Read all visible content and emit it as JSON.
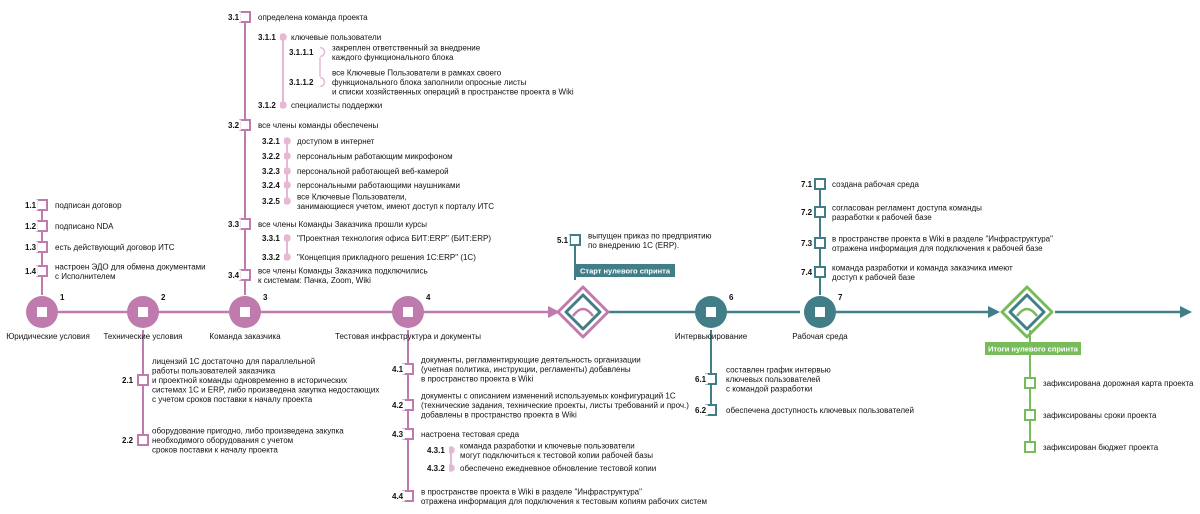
{
  "colors": {
    "pink": "#c07bae",
    "pink_light": "#e6b8d5",
    "teal": "#417e88",
    "green": "#78bb5b",
    "badge_teal": "#417e88",
    "badge_green": "#78bb5b"
  },
  "milestones": [
    {
      "num": "1",
      "label": "Юридические условия"
    },
    {
      "num": "2",
      "label": "Технические условия"
    },
    {
      "num": "3",
      "label": "Команда заказчика"
    },
    {
      "num": "4",
      "label": "Тестовая инфраструктура и документы"
    },
    {
      "num": "6",
      "label": "Интервьюирование"
    },
    {
      "num": "7",
      "label": "Рабочая среда"
    }
  ],
  "badges": {
    "sprint_start": "Старт нулевого спринта",
    "sprint_result": "Итоги нулевого спринта"
  },
  "items": [
    {
      "num": "1.1",
      "lines": [
        "подписан договор"
      ]
    },
    {
      "num": "1.2",
      "lines": [
        "подписано NDA"
      ]
    },
    {
      "num": "1.3",
      "lines": [
        "есть действующий договор ИТС"
      ]
    },
    {
      "num": "1.4",
      "lines": [
        "настроен ЭДО для обмена документами",
        "с Исполнителем"
      ]
    },
    {
      "num": "2.1",
      "lines": [
        "лицензий 1С достаточно для параллельной",
        "работы пользователей заказчика",
        "и проектной команды одновременно в исторических",
        "системах 1С и ERP, либо произведена закупка недостающих",
        "с учетом сроков поставки к началу проекта"
      ]
    },
    {
      "num": "2.2",
      "lines": [
        "оборудование пригодно, либо произведена закупка",
        "необходимого оборудования с учетом",
        "сроков поставки к началу проекта"
      ]
    },
    {
      "num": "3.1",
      "lines": [
        "определена команда проекта"
      ]
    },
    {
      "num": "3.1.1",
      "lines": [
        "ключевые пользователи"
      ]
    },
    {
      "num": "3.1.1.1",
      "lines": [
        "закреплен ответственный за внедрение",
        "каждого функционального блока"
      ]
    },
    {
      "num": "3.1.1.2",
      "lines": [
        "все Ключевые Пользователи в рамках своего",
        "функционального блока заполнили опросные листы",
        "и списки хозяйственных операций в пространстве проекта в Wiki"
      ]
    },
    {
      "num": "3.1.2",
      "lines": [
        "специалисты поддержки"
      ]
    },
    {
      "num": "3.2",
      "lines": [
        "все члены команды обеспечены"
      ]
    },
    {
      "num": "3.2.1",
      "lines": [
        "доступом в интернет"
      ]
    },
    {
      "num": "3.2.2",
      "lines": [
        "персональным работающим микрофоном"
      ]
    },
    {
      "num": "3.2.3",
      "lines": [
        "персональной работающей веб-камерой"
      ]
    },
    {
      "num": "3.2.4",
      "lines": [
        "персональными работающими наушниками"
      ]
    },
    {
      "num": "3.2.5",
      "lines": [
        "все Ключевые Пользователи,",
        "занимающиеся учетом, имеют доступ к порталу ИТС"
      ]
    },
    {
      "num": "3.3",
      "lines": [
        "все члены Команды Заказчика прошли курсы"
      ]
    },
    {
      "num": "3.3.1",
      "lines": [
        "\"Проектная технология офиса БИТ:ERP\" (БИТ:ERP)"
      ]
    },
    {
      "num": "3.3.2",
      "lines": [
        "\"Концепция прикладного решения 1С:ERP\" (1С)"
      ]
    },
    {
      "num": "3.4",
      "lines": [
        "все члены Команды Заказчика подключились",
        "к системам: Пачка, Zoom, Wiki"
      ]
    },
    {
      "num": "4.1",
      "lines": [
        "документы, регламентирующие деятельность организации",
        "(учетная политика, инструкции, регламенты) добавлены",
        "в пространство проекта в Wiki"
      ]
    },
    {
      "num": "4.2",
      "lines": [
        "документы с описанием изменений используемых конфигураций 1С",
        "(технические задания, технические проекты, листы требований и проч.)",
        "добавлены в пространство проекта в Wiki"
      ]
    },
    {
      "num": "4.3",
      "lines": [
        "настроена тестовая среда"
      ]
    },
    {
      "num": "4.3.1",
      "lines": [
        "команда разработки и ключевые пользователи",
        "могут подключиться к тестовой копии рабочей базы"
      ]
    },
    {
      "num": "4.3.2",
      "lines": [
        "обеспечено ежедневное обновление тестовой копии"
      ]
    },
    {
      "num": "4.4",
      "lines": [
        "в пространстве проекта в Wiki в разделе \"Инфраструктура\"",
        "отражена информация для подключения к тестовым копиям рабочих систем"
      ]
    },
    {
      "num": "5.1",
      "lines": [
        "выпущен приказ по предприятию",
        "по внедрению 1С (ERP)."
      ]
    },
    {
      "num": "6.1",
      "lines": [
        "составлен график интервью",
        "ключевых пользователей",
        "с командой разработки"
      ]
    },
    {
      "num": "6.2",
      "lines": [
        "обеспечена доступность ключевых пользователей"
      ]
    },
    {
      "num": "7.1",
      "lines": [
        "создана рабочая среда"
      ]
    },
    {
      "num": "7.2",
      "lines": [
        "согласован регламент доступа команды",
        "разработки к рабочей базе"
      ]
    },
    {
      "num": "7.3",
      "lines": [
        "в пространстве проекта в Wiki в разделе \"Инфраструктура\"",
        "отражена информация для подключения к рабочей базе"
      ]
    },
    {
      "num": "7.4",
      "lines": [
        "команда разработки и команда заказчика имеют",
        "доступ к рабочей базе"
      ]
    },
    {
      "num": "",
      "lines": [
        "зафиксирована дорожная карта проекта"
      ]
    },
    {
      "num": "",
      "lines": [
        "зафиксированы сроки проекта"
      ]
    },
    {
      "num": "",
      "lines": [
        "зафиксирован бюджет проекта"
      ]
    }
  ]
}
